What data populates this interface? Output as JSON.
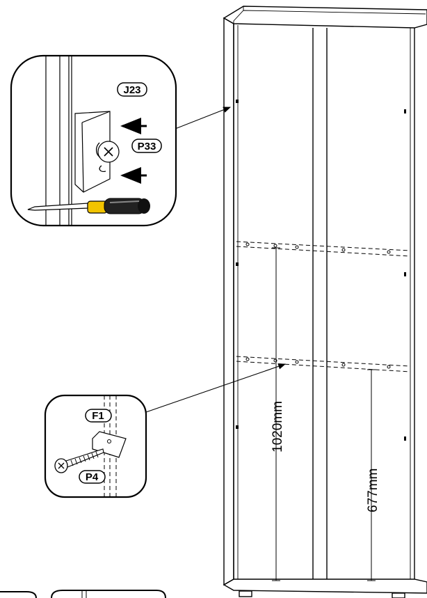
{
  "diagram": {
    "part_labels": {
      "hinge": "J23",
      "cam_screw": "P33",
      "bracket": "F1",
      "screw": "P4"
    },
    "dimensions": {
      "upper_shelf_height": "1020mm",
      "lower_shelf_height": "677mm"
    },
    "colors": {
      "line": "#000000",
      "screwdriver_handle": "#f2c400",
      "screwdriver_grip": "#222222",
      "background": "#ffffff"
    },
    "icons": [
      "screwdriver-icon",
      "arrow-icon",
      "screw-icon"
    ]
  }
}
